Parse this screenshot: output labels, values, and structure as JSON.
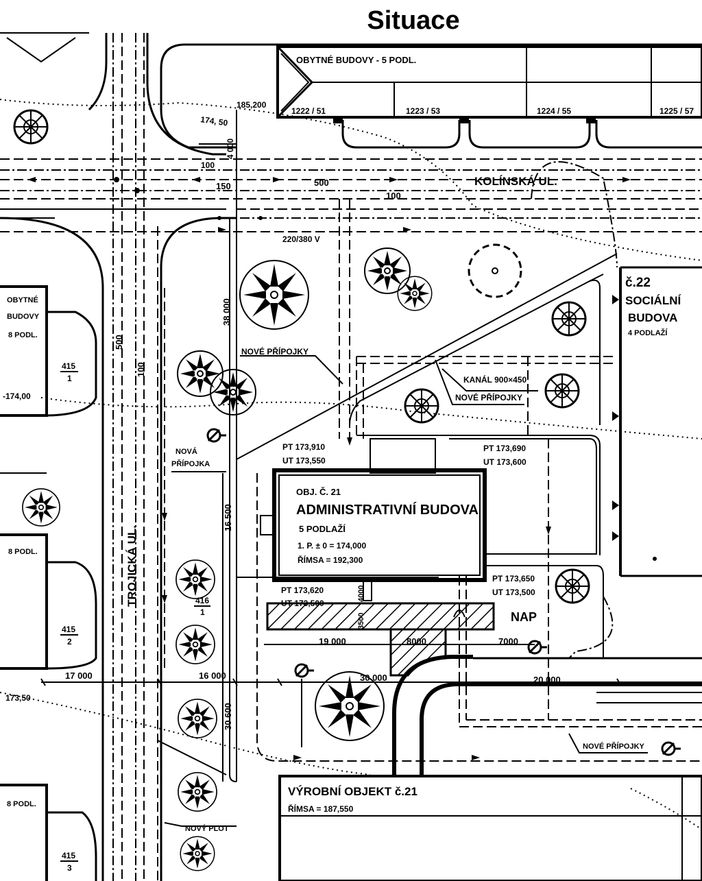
{
  "title": "Situace",
  "labels": {
    "obytne_top": "OBYTNÉ BUDOVY - 5 PODL.",
    "lot_1222": "1222 / 51",
    "lot_1223": "1223 / 53",
    "lot_1224": "1224 / 55",
    "lot_1225": "1225 / 57",
    "elev_185": "185,200",
    "elev_174_50": "174, 50",
    "dim_4000": "4 000",
    "pipe_100a": "100",
    "pipe_150": "150",
    "pipe_500": "500",
    "pipe_100b": "100",
    "street_kolinska": "KOLÍNSKÁ UL.",
    "voltage": "220/380 V",
    "dim_38000": "38 000",
    "nove_pripojky_1": "NOVÉ PŘÍPOJKY",
    "kanal": "KANÁL 900×450",
    "nove_pripojky_2": "NOVÉ PŘÍPOJKY",
    "soc_c22": "č.22",
    "soc_socialni": "SOCIÁLNÍ",
    "soc_budova": "BUDOVA",
    "soc_podl": "4 PODLAŽÍ",
    "obytne_left_1": "OBYTNÉ",
    "obytne_left_2": "BUDOVY",
    "obytne_left_3": "8 PODL.",
    "parcel_415_1_top": "415",
    "parcel_415_1_bot": "1",
    "elev_174_00": "-174,00",
    "dim_500": "500",
    "dim_100": "100",
    "nova_pripojka_1": "NOVÁ",
    "nova_pripojka_2": "PŘÍPOJKA",
    "pt1_a": "PT 173,910",
    "pt1_b": "UT 173,550",
    "pt2_a": "PT 173,690",
    "pt2_b": "UT 173,600",
    "obj_num": "OBJ. Č. 21",
    "obj_name": "ADMINISTRATIVNÍ BUDOVA",
    "obj_floors": "5 PODLAŽÍ",
    "obj_level": "1. P. ± 0 = 174,000",
    "obj_rimsa": "ŘÍMSA = 192,300",
    "dim_16500": "16 500",
    "street_trojicka": "TROJICKÁ UL.",
    "pt3_a": "PT 173,620",
    "pt3_b": "UT 173,500",
    "pt4_a": "PT 173,650",
    "pt4_b": "UT 173,500",
    "dim_4000b": "4000",
    "dim_3500": "3500",
    "nap": "NAP",
    "dim_19000": "19 000",
    "dim_8000": "8000",
    "dim_7000": "7000",
    "podl_8a": "8 PODL.",
    "parcel_416_top": "416",
    "parcel_416_bot": "1",
    "parcel_415_2_top": "415",
    "parcel_415_2_bot": "2",
    "dim_17000": "17 000",
    "dim_16000": "16 000",
    "dim_30000": "30 000",
    "dim_20000": "20 000",
    "elev_173_50": "173,50",
    "dim_30600": "30 600",
    "nove_pripojky_3": "NOVÉ PŘÍPOJKY",
    "vyrobni": "VÝROBNÍ OBJEKT č.21",
    "vyrobni_rimsa": "ŘÍMSA = 187,550",
    "podl_8b": "8 PODL.",
    "novy_plot": "NOVÝ PLOT",
    "parcel_415_3_top": "415",
    "parcel_415_3_bot": "3"
  }
}
